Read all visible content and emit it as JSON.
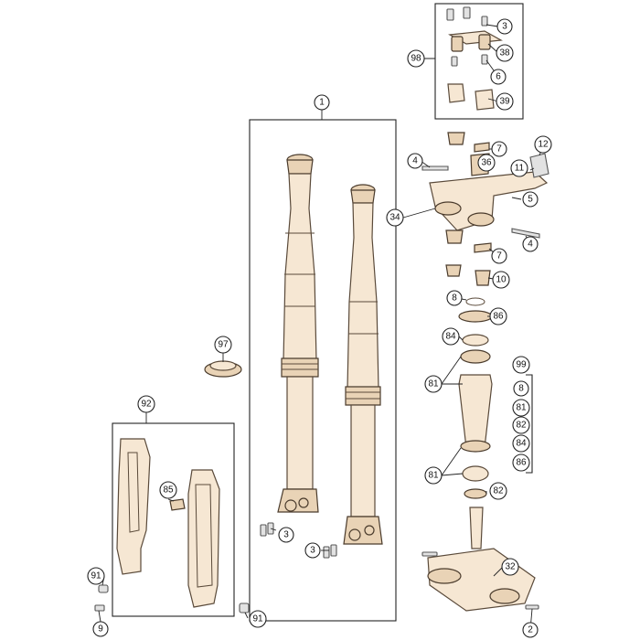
{
  "callouts": {
    "c1": "1",
    "c3a": "3",
    "c3b": "3",
    "c3c": "3",
    "c98": "98",
    "c38": "38",
    "c6": "6",
    "c39": "39",
    "c7a": "7",
    "c12": "12",
    "c11": "11",
    "c36": "36",
    "c4a": "4",
    "c5": "5",
    "c34": "34",
    "c4b": "4",
    "c7b": "7",
    "c10": "10",
    "c8a": "8",
    "c86a": "86",
    "c84a": "84",
    "c81a": "81",
    "c99": "99",
    "c8b": "8",
    "c81b": "81",
    "c82a": "82",
    "c84b": "84",
    "c86b": "86",
    "c81c": "81",
    "c82b": "82",
    "c32": "32",
    "c2": "2",
    "c97": "97",
    "c92": "92",
    "c85": "85",
    "c91a": "91",
    "c91b": "91",
    "c9": "9"
  },
  "colors": {
    "part_fill": "#f6e7d3",
    "outline": "#5a4a3a",
    "frame": "#222222"
  }
}
